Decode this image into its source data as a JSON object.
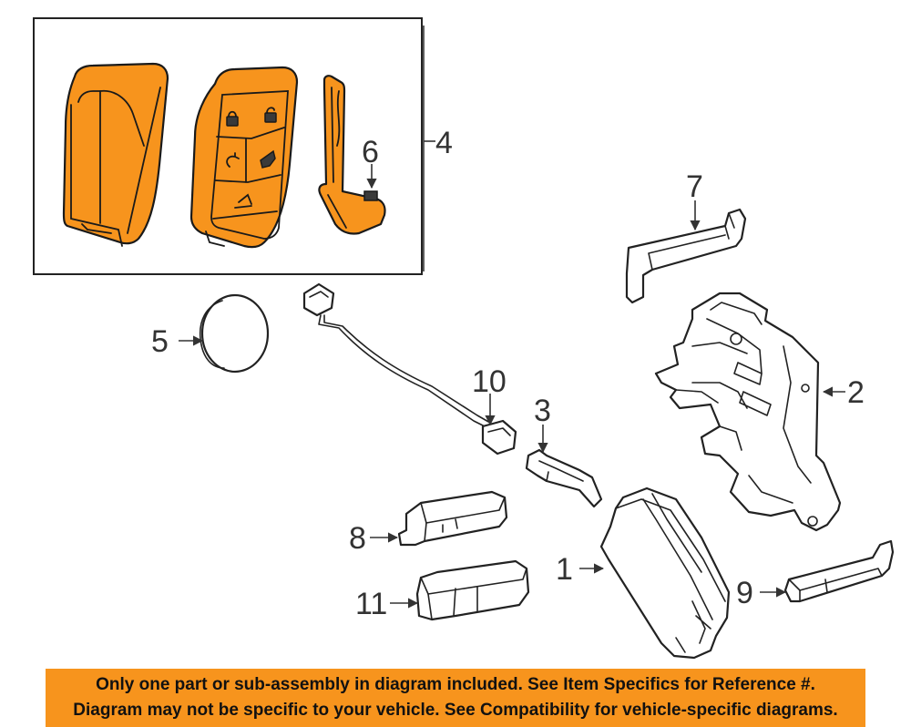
{
  "callouts": {
    "c1": "1",
    "c2": "2",
    "c3": "3",
    "c4": "4",
    "c5": "5",
    "c6": "6",
    "c7": "7",
    "c8": "8",
    "c9": "9",
    "c10": "10",
    "c11": "11"
  },
  "colors": {
    "highlight": "#f7941d",
    "outline": "#222222",
    "callout_text": "#333333"
  },
  "disclaimer": {
    "line1": "Only one part or sub-assembly in diagram included. See Item Specifics for Reference #.",
    "line2": "Diagram may not be specific to your vehicle. See Compatibility for vehicle-specific diagrams."
  }
}
